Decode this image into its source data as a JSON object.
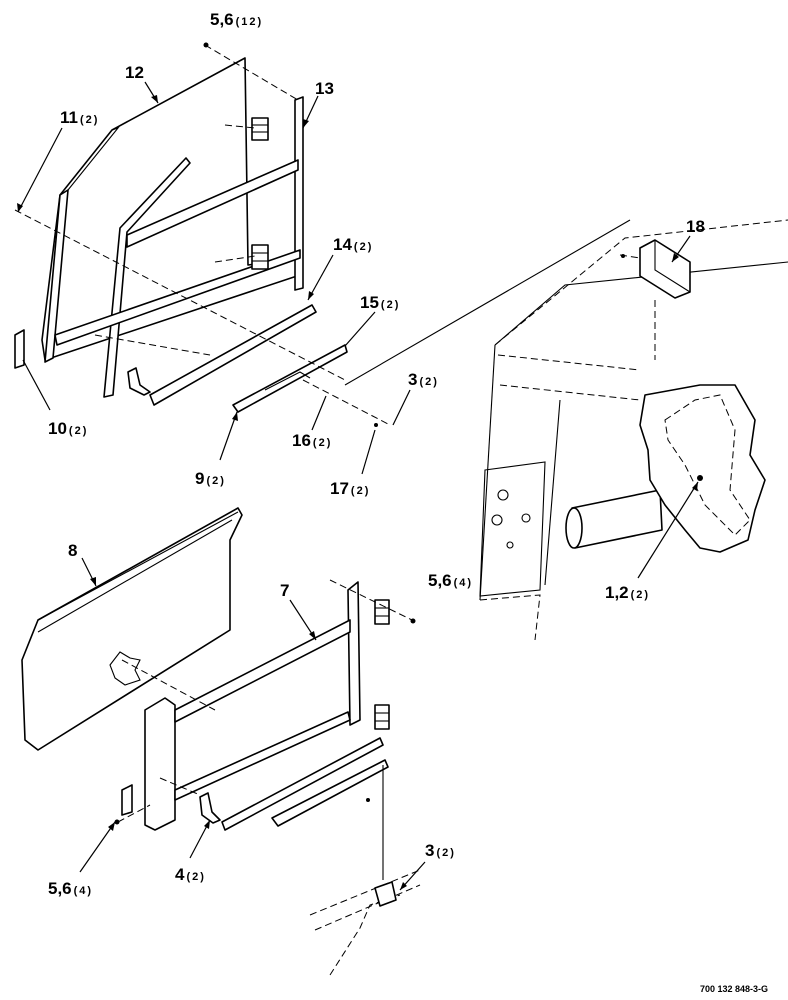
{
  "callouts": [
    {
      "id": "c1",
      "num": "5,6",
      "qty": "(12)"
    },
    {
      "id": "c2",
      "num": "12",
      "qty": ""
    },
    {
      "id": "c3",
      "num": "13",
      "qty": ""
    },
    {
      "id": "c4",
      "num": "11",
      "qty": "(2)"
    },
    {
      "id": "c5",
      "num": "18",
      "qty": ""
    },
    {
      "id": "c6",
      "num": "14",
      "qty": "(2)"
    },
    {
      "id": "c7",
      "num": "15",
      "qty": "(2)"
    },
    {
      "id": "c8",
      "num": "3",
      "qty": "(2)"
    },
    {
      "id": "c9",
      "num": "10",
      "qty": "(2)"
    },
    {
      "id": "c10",
      "num": "16",
      "qty": "(2)"
    },
    {
      "id": "c11",
      "num": "9",
      "qty": "(2)"
    },
    {
      "id": "c12",
      "num": "17",
      "qty": "(2)"
    },
    {
      "id": "c13",
      "num": "8",
      "qty": ""
    },
    {
      "id": "c14",
      "num": "7",
      "qty": ""
    },
    {
      "id": "c15",
      "num": "5,6",
      "qty": "(4)"
    },
    {
      "id": "c16",
      "num": "1,2",
      "qty": "(2)"
    },
    {
      "id": "c17",
      "num": "5,6",
      "qty": "(4)"
    },
    {
      "id": "c18",
      "num": "4",
      "qty": "(2)"
    },
    {
      "id": "c19",
      "num": "3",
      "qty": "(2)"
    }
  ],
  "drawing_number": "700 132 848-3-G"
}
